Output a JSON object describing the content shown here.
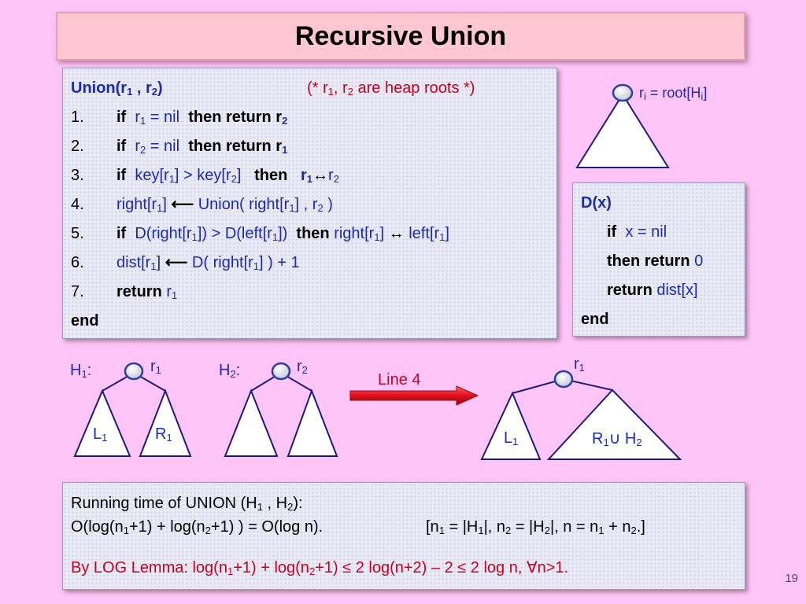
{
  "title": "Recursive Union",
  "union_code": {
    "header": {
      "name": "Union(r",
      "s1": "1",
      "sep": " , r",
      "s2": "2",
      "close": ")",
      "comment_pre": "(* r",
      "c1": "1",
      "comment_mid": ", r",
      "c2": "2",
      "comment_post": " are heap roots *)"
    },
    "lines": [
      {
        "num": "1.",
        "kw1": "if",
        "a": "r",
        "as": "1",
        "b": " = nil",
        "kw2": "then return r",
        "ks": "2"
      },
      {
        "num": "2.",
        "kw1": "if",
        "a": "r",
        "as": "2",
        "b": " = nil",
        "kw2": "then return r",
        "ks": "1"
      },
      {
        "num": "3.",
        "kw1": "if",
        "a": "key[r",
        "as": "1",
        "b": "] > key[r",
        "bs": "2",
        "c": "]",
        "kw2": "then",
        "d": "r",
        "ds": "1",
        "arrow": "↔",
        "e": "r",
        "es": "2"
      },
      {
        "num": "4.",
        "a": "right[r",
        "as": "1",
        "b": "]",
        "arrow": "⟵",
        "c": " Union( right[r",
        "cs": "1",
        "d": "] , r",
        "ds": "2",
        "e": " )"
      },
      {
        "num": "5.",
        "kw1": "if",
        "a": "D(right[r",
        "as": "1",
        "b": "]) > D(left[r",
        "bs": "1",
        "c": "])",
        "kw2": "then",
        "d": "right[r",
        "ds": "1",
        "e": "]",
        "arrow": "↔",
        "f": " left[r",
        "fs": "1",
        "g": "]"
      },
      {
        "num": "6.",
        "a": "dist[r",
        "as": "1",
        "b": "]",
        "arrow": "⟵",
        "c": " D( right[r",
        "cs": "1",
        "d": "]  ) + 1"
      },
      {
        "num": "7.",
        "kw1": "return",
        "a": " r",
        "as": "1"
      }
    ],
    "end": "end"
  },
  "root_label": {
    "a": "r",
    "as": "i",
    "b": " = root[H",
    "bs": "i",
    "c": "]"
  },
  "d_code": {
    "header": "D(x)",
    "l1_kw": "if",
    "l1_rest": "x = nil",
    "l2_kw": "then return",
    "l2_rest": "0",
    "l3_kw": "return",
    "l3_rest": "dist[x]",
    "end": "end"
  },
  "diagram": {
    "h1": {
      "a": "H",
      "as": "1",
      "b": ":"
    },
    "h2": {
      "a": "H",
      "as": "2",
      "b": ":"
    },
    "r1a": {
      "a": "r",
      "as": "1"
    },
    "r2": {
      "a": "r",
      "as": "2"
    },
    "r1b": {
      "a": "r",
      "as": "1"
    },
    "L1a": {
      "a": "L",
      "as": "1"
    },
    "R1": {
      "a": "R",
      "as": "1"
    },
    "L1b": {
      "a": "L",
      "as": "1"
    },
    "RH": {
      "a": "R",
      "as": "1",
      "op": "∪",
      "b": " H",
      "bs": "2"
    },
    "arrow_label": "Line 4",
    "arrow_color": "#e01020"
  },
  "running_time": {
    "l1": {
      "a": "Running time of UNION (H",
      "as": "1",
      "b": " , H",
      "bs": "2",
      "c": "):"
    },
    "l2": {
      "a": "O(log(n",
      "as": "1",
      "b": "+1) + log(n",
      "bs": "2",
      "c": "+1) ) = O(log n).",
      "d": "[n",
      "ds": "1",
      "e": " = |H",
      "es": "1",
      "f": "|, n",
      "fs": "2",
      "g": " = |H",
      "gs": "2",
      "h": "|, n = n",
      "hs": "1",
      "i": " + n",
      "is": "2",
      "j": ".]"
    },
    "l3": {
      "a": "By LOG Lemma:  log(n",
      "as": "1",
      "b": "+1) + log(n",
      "bs": "2",
      "c": "+1) ≤ 2 log(n+2) – 2 ≤ 2 log n, ∀n>1."
    }
  },
  "slide_number": "19",
  "colors": {
    "keyword_blue": "#1a2bb0",
    "comment_red": "#c8001e",
    "node_blue": "#2840a0",
    "triangle_edge": "#1a1a80"
  }
}
